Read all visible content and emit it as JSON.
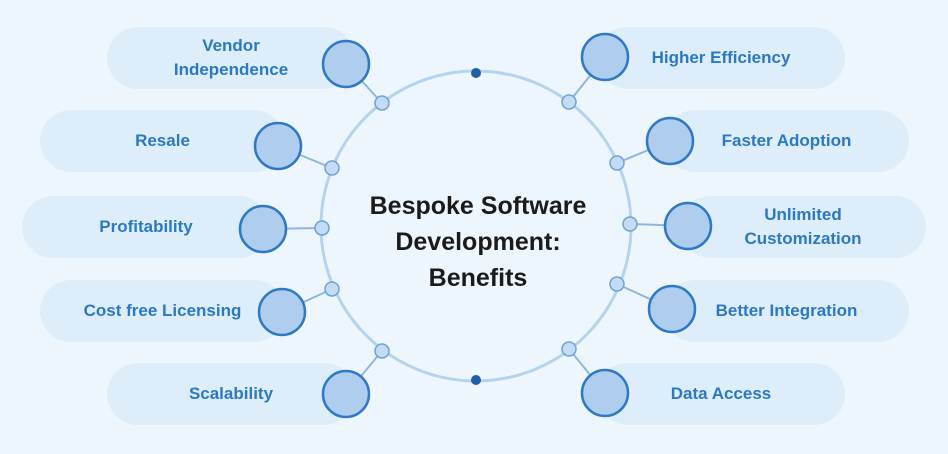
{
  "title": {
    "line1": "Bespoke Software",
    "line2": "Development:",
    "line3": "Benefits"
  },
  "benefits_left": [
    {
      "label": "Vendor\nIndependence"
    },
    {
      "label": "Resale"
    },
    {
      "label": "Profitability"
    },
    {
      "label": "Cost free Licensing"
    },
    {
      "label": "Scalability"
    }
  ],
  "benefits_right": [
    {
      "label": "Higher Efficiency"
    },
    {
      "label": "Faster Adoption"
    },
    {
      "label": "Unlimited\nCustomization"
    },
    {
      "label": "Better Integration"
    },
    {
      "label": "Data Access"
    }
  ],
  "colors": {
    "background": "#eef6fd",
    "pill": "#ddedfa",
    "label_text": "#2b79c2",
    "node_fill": "#aecdef",
    "node_stroke": "#2e78c4",
    "ring": "#b4d3ee",
    "ring_dot": "#1f5fa6"
  }
}
